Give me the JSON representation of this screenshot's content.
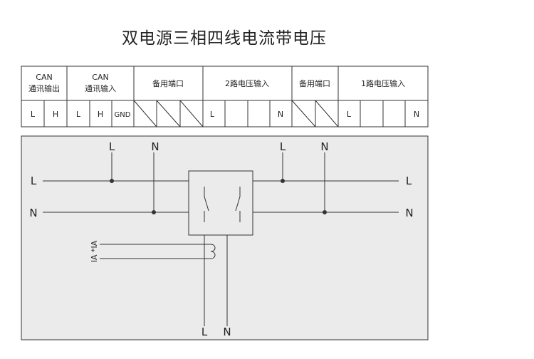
{
  "title": "双电源三相四线电流带电压",
  "terminal_headers": [
    {
      "line1": "CAN",
      "line2": "通讯输出"
    },
    {
      "line1": "CAN",
      "line2": "通讯输入"
    },
    {
      "line1": "备用端口"
    },
    {
      "line1": "2路电压输入"
    },
    {
      "line1": "备用端口"
    },
    {
      "line1": "1路电压输入"
    }
  ],
  "terminal_pins": {
    "can_out": [
      "L",
      "H"
    ],
    "can_in": [
      "L",
      "H",
      "GND"
    ],
    "v2": [
      "L",
      "",
      "",
      "N"
    ],
    "v1": [
      "L",
      "",
      "",
      "N"
    ]
  },
  "diagram": {
    "top_tap_left": [
      "L",
      "N"
    ],
    "top_tap_right": [
      "L",
      "N"
    ],
    "left_lines": [
      "L",
      "N"
    ],
    "right_lines": [
      "L",
      "N"
    ],
    "ct_label": "IA *IA",
    "bottom_labels": [
      "L",
      "N"
    ]
  }
}
